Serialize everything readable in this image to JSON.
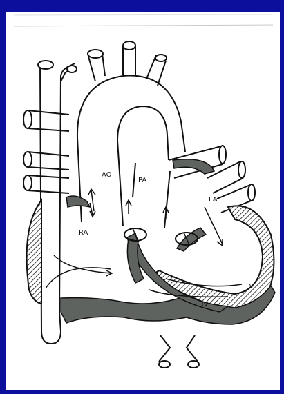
{
  "labels": {
    "ao": "AO",
    "pa": "PA",
    "la": "LA",
    "ra": "RA",
    "rv": "RV",
    "lv": "LV"
  },
  "colors": {
    "border": "#0b0f9c",
    "paper": "#ffffff",
    "ink": "#111111",
    "wall_fill": "#5f6360"
  }
}
